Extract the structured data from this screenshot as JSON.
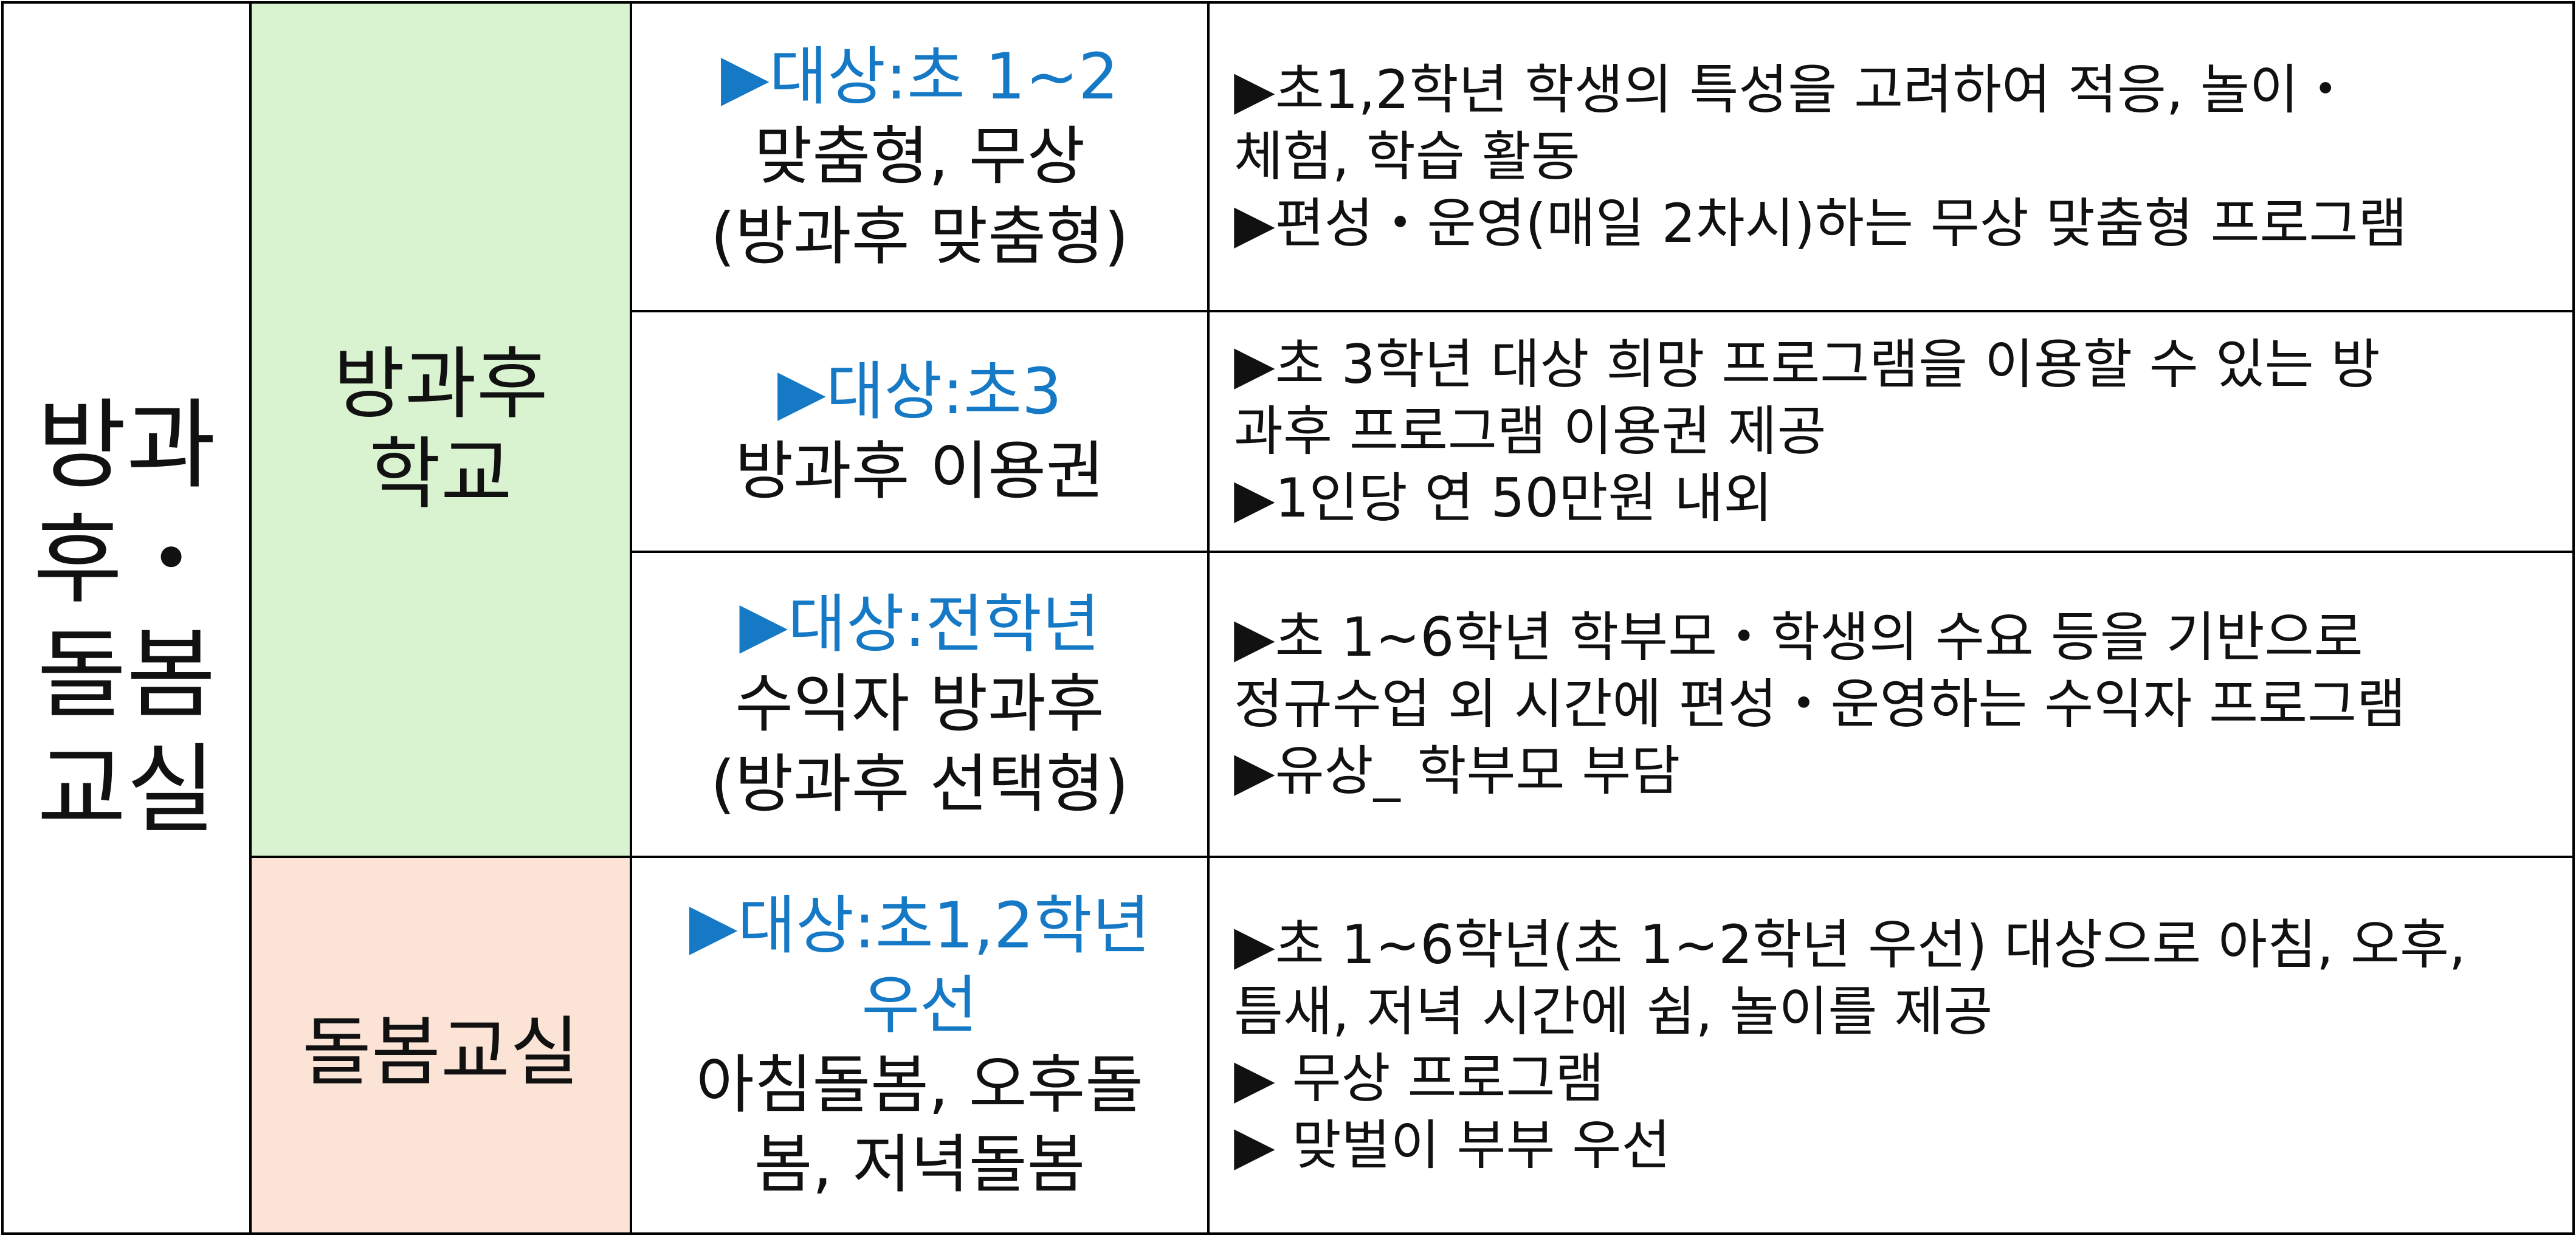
{
  "colors": {
    "target_text": "#1679c6",
    "after_school_bg": "#d9f2d0",
    "care_room_bg": "#fbe3d6",
    "border": "#000000"
  },
  "category": {
    "lines": [
      "방과",
      "후・",
      "돌봄",
      "교실"
    ]
  },
  "subcategories": {
    "after_school": [
      "방과후",
      "학교"
    ],
    "care_room": "돌봄교실"
  },
  "rows": [
    {
      "target": [
        "▶대상:초 1~2"
      ],
      "names": [
        "맞춤형, 무상",
        "(방과후 맞춤형)"
      ],
      "details": [
        "▶초1,2학년 학생의 특성을 고려하여 적응, 놀이・",
        "체험, 학습 활동",
        "▶편성・운영(매일 2차시)하는 무상 맞춤형 프로그램"
      ]
    },
    {
      "target": [
        "▶대상:초3"
      ],
      "names": [
        "방과후 이용권"
      ],
      "details": [
        "▶초 3학년 대상 희망 프로그램을 이용할 수 있는 방",
        "과후 프로그램 이용권 제공",
        "▶1인당 연 50만원 내외"
      ]
    },
    {
      "target": [
        "▶대상:전학년"
      ],
      "names": [
        "수익자 방과후",
        "(방과후 선택형)"
      ],
      "details": [
        "▶초 1~6학년 학부모・학생의 수요 등을 기반으로",
        "정규수업 외 시간에 편성・운영하는 수익자 프로그램",
        "▶유상_ 학부모 부담"
      ]
    },
    {
      "target": [
        "▶대상:초1,2학년",
        "우선"
      ],
      "names": [
        "아침돌봄, 오후돌",
        "봄, 저녁돌봄"
      ],
      "details": [
        "▶초 1~6학년(초 1~2학년 우선) 대상으로 아침, 오후,",
        "틈새, 저녁 시간에 쉼, 놀이를 제공",
        "▶ 무상 프로그램",
        "▶ 맞벌이 부부 우선"
      ]
    }
  ]
}
